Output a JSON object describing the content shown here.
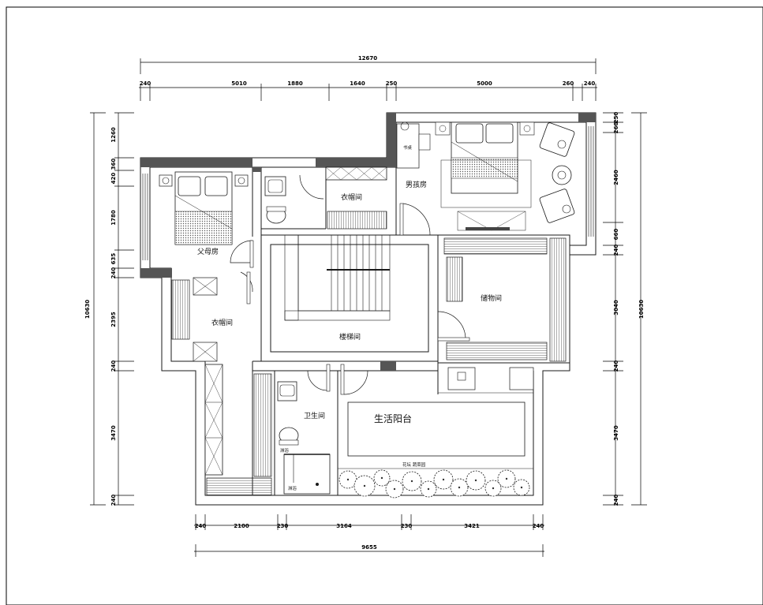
{
  "dimensions": {
    "overall_top": "12670",
    "top_segments": [
      "240",
      "5010",
      "1880",
      "1640",
      "250",
      "5000",
      "260",
      "240"
    ],
    "bottom_segments": [
      "240",
      "2100",
      "230",
      "3164",
      "230",
      "3421",
      "240"
    ],
    "overall_bottom": "9655",
    "left_segments": [
      "1260",
      "360",
      "420",
      "1780",
      "635",
      "240",
      "2395",
      "240",
      "3470",
      "240"
    ],
    "left_total": "10630",
    "right_segments": [
      "250",
      "260",
      "2460",
      "660",
      "240",
      "3040",
      "240",
      "3470",
      "240"
    ],
    "right_total": "10630"
  },
  "rooms": {
    "parents_bedroom": "父母房",
    "boys_room": "男孩房",
    "closet_north": "衣帽间",
    "closet_west": "衣帽间",
    "stairwell": "楼梯间",
    "storage": "储物间",
    "bathroom": "卫生间",
    "balcony": "生活阳台"
  },
  "labels": {
    "desk": "书桌",
    "planter": "花坛 蔬菜园",
    "shower_a": "淋浴",
    "shower_b": "淋浴"
  },
  "colors": {
    "line": "#1a1a1a",
    "wall_fill": "#555555",
    "hatch": "#333333"
  }
}
